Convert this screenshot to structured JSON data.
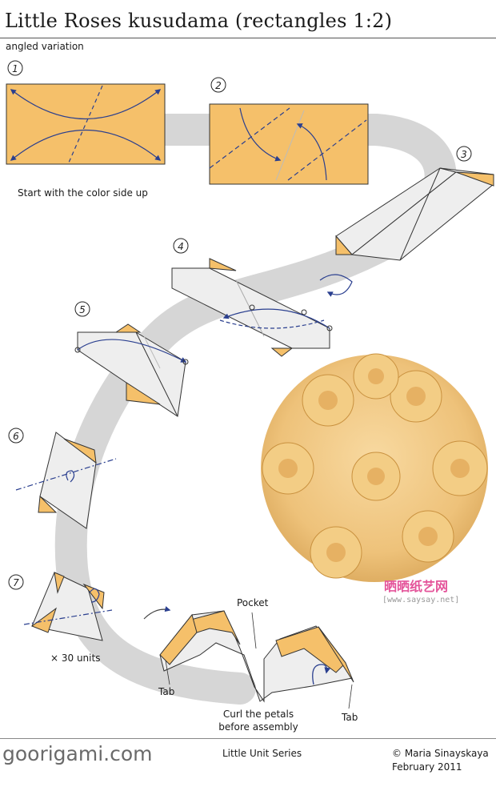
{
  "header": {
    "title": "Little Roses kusudama (rectangles 1:2)",
    "subtitle": "angled variation"
  },
  "steps": [
    "1",
    "2",
    "3",
    "4",
    "5",
    "6",
    "7"
  ],
  "labels": {
    "start_note": "Start with the color side up",
    "units_note": "× 30 units",
    "pocket": "Pocket",
    "tab_left": "Tab",
    "tab_right": "Tab",
    "curl_line1": "Curl the petals",
    "curl_line2": "before assembly"
  },
  "watermark": {
    "brand": "晒晒纸艺网",
    "url": "[www.saysay.net]"
  },
  "footer": {
    "site": "goorigami.com",
    "series": "Little Unit Series",
    "copyright": "© Maria Sinayskaya",
    "date": "February 2011"
  },
  "colors": {
    "paper_color": "#f5c06a",
    "paper_white": "#eeeeee",
    "arrow_blue": "#2a3f8f",
    "path_gray": "#d6d6d6"
  }
}
